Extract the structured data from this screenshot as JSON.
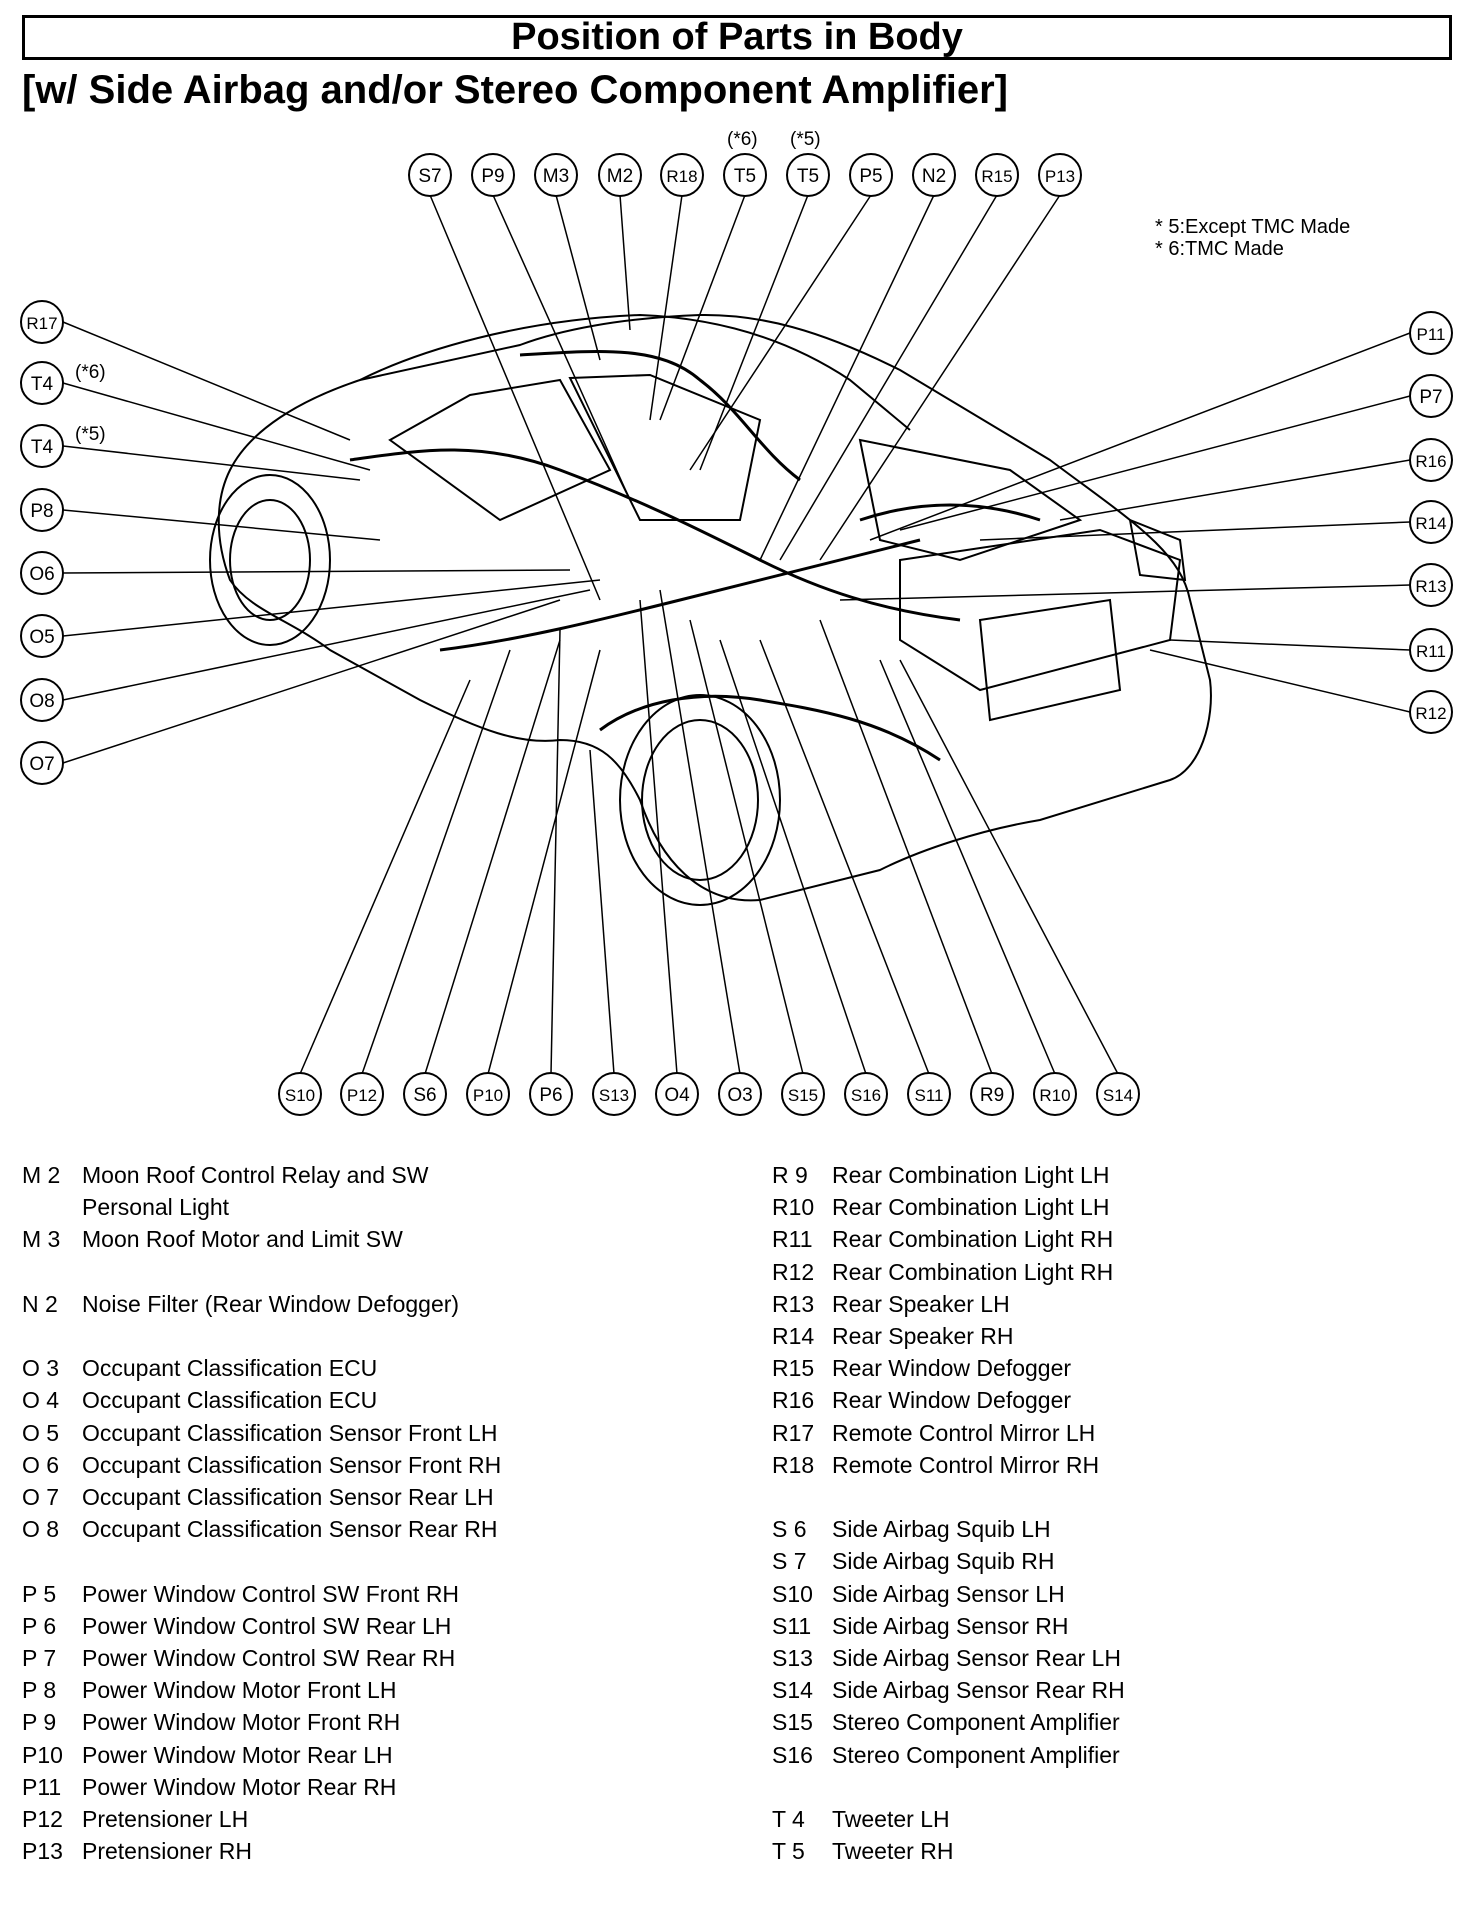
{
  "title": "Position of Parts in Body",
  "subtitle": "[w/ Side Airbag and/or Stereo Component Amplifier]",
  "notes": [
    "* 5:Except TMC Made",
    "* 6:TMC Made"
  ],
  "callouts": {
    "top": [
      "S7",
      "P9",
      "M3",
      "M2",
      "R18",
      "T5",
      "T5",
      "P5",
      "N2",
      "R15",
      "P13"
    ],
    "top_notes": [
      "(*6)",
      "(*5)"
    ],
    "left": [
      "R17",
      "T4",
      "T4",
      "P8",
      "O6",
      "O5",
      "O8",
      "O7"
    ],
    "left_notes": [
      "(*6)",
      "(*5)"
    ],
    "right": [
      "P11",
      "P7",
      "R16",
      "R14",
      "R13",
      "R11",
      "R12"
    ],
    "bottom": [
      "S10",
      "P12",
      "S6",
      "P10",
      "P6",
      "S13",
      "O4",
      "O3",
      "S15",
      "S16",
      "S11",
      "R9",
      "R10",
      "S14"
    ]
  },
  "legend_left": [
    {
      "code": "M 2",
      "desc": "Moon Roof Control Relay and SW"
    },
    {
      "code": "",
      "desc": "Personal Light"
    },
    {
      "code": "M 3",
      "desc": "Moon Roof Motor and Limit SW"
    },
    {
      "code": "",
      "desc": ""
    },
    {
      "code": "N 2",
      "desc": "Noise Filter (Rear Window Defogger)"
    },
    {
      "code": "",
      "desc": ""
    },
    {
      "code": "O 3",
      "desc": "Occupant Classification ECU"
    },
    {
      "code": "O 4",
      "desc": "Occupant Classification ECU"
    },
    {
      "code": "O 5",
      "desc": "Occupant Classification Sensor Front LH"
    },
    {
      "code": "O 6",
      "desc": "Occupant Classification Sensor Front RH"
    },
    {
      "code": "O 7",
      "desc": "Occupant Classification Sensor Rear LH"
    },
    {
      "code": "O 8",
      "desc": "Occupant Classification Sensor Rear RH"
    },
    {
      "code": "",
      "desc": ""
    },
    {
      "code": "P 5",
      "desc": "Power Window Control SW Front RH"
    },
    {
      "code": "P 6",
      "desc": "Power Window Control SW Rear LH"
    },
    {
      "code": "P 7",
      "desc": "Power Window Control SW Rear RH"
    },
    {
      "code": "P 8",
      "desc": "Power Window Motor Front LH"
    },
    {
      "code": "P 9",
      "desc": "Power Window Motor Front RH"
    },
    {
      "code": "P10",
      "desc": "Power Window Motor Rear LH"
    },
    {
      "code": "P11",
      "desc": "Power Window Motor Rear RH"
    },
    {
      "code": "P12",
      "desc": "Pretensioner LH"
    },
    {
      "code": "P13",
      "desc": "Pretensioner RH"
    }
  ],
  "legend_right": [
    {
      "code": "R 9",
      "desc": "Rear Combination Light LH"
    },
    {
      "code": "R10",
      "desc": "Rear Combination Light LH"
    },
    {
      "code": "R11",
      "desc": "Rear Combination Light RH"
    },
    {
      "code": "R12",
      "desc": "Rear Combination Light RH"
    },
    {
      "code": "R13",
      "desc": "Rear Speaker LH"
    },
    {
      "code": "R14",
      "desc": "Rear Speaker RH"
    },
    {
      "code": "R15",
      "desc": "Rear Window Defogger"
    },
    {
      "code": "R16",
      "desc": "Rear Window Defogger"
    },
    {
      "code": "R17",
      "desc": "Remote Control Mirror LH"
    },
    {
      "code": "R18",
      "desc": "Remote Control Mirror RH"
    },
    {
      "code": "",
      "desc": ""
    },
    {
      "code": "S 6",
      "desc": "Side Airbag Squib LH"
    },
    {
      "code": "S 7",
      "desc": "Side Airbag Squib RH"
    },
    {
      "code": "S10",
      "desc": "Side Airbag Sensor LH"
    },
    {
      "code": "S11",
      "desc": "Side Airbag Sensor RH"
    },
    {
      "code": "S13",
      "desc": "Side Airbag Sensor Rear LH"
    },
    {
      "code": "S14",
      "desc": "Side Airbag Sensor Rear RH"
    },
    {
      "code": "S15",
      "desc": "Stereo Component Amplifier"
    },
    {
      "code": "S16",
      "desc": "Stereo Component Amplifier"
    },
    {
      "code": "",
      "desc": ""
    },
    {
      "code": "T 4",
      "desc": "Tweeter LH"
    },
    {
      "code": "T 5",
      "desc": "Tweeter RH"
    }
  ]
}
